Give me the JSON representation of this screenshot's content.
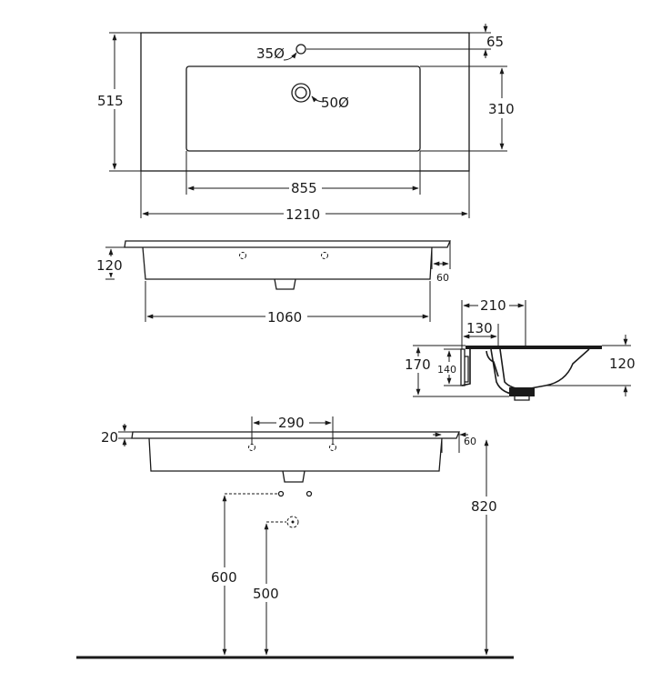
{
  "top_view": {
    "width_total": "1210",
    "depth_total": "515",
    "basin_width": "855",
    "basin_depth": "310",
    "tap_offset": "65",
    "tap_hole": "35Ø",
    "drain_hole": "50Ø"
  },
  "front_view": {
    "height": "120",
    "bottom_width": "1060",
    "side_offset": "60"
  },
  "side_section": {
    "depth_overall": "210",
    "drain_offset": "130",
    "height_total": "170",
    "height_inner": "140",
    "rim_height": "120"
  },
  "install_view": {
    "rim_thickness": "20",
    "bracket_spacing": "290",
    "side_offset": "60",
    "rim_height_floor": "820",
    "supply_height": "600",
    "waste_height": "500"
  }
}
